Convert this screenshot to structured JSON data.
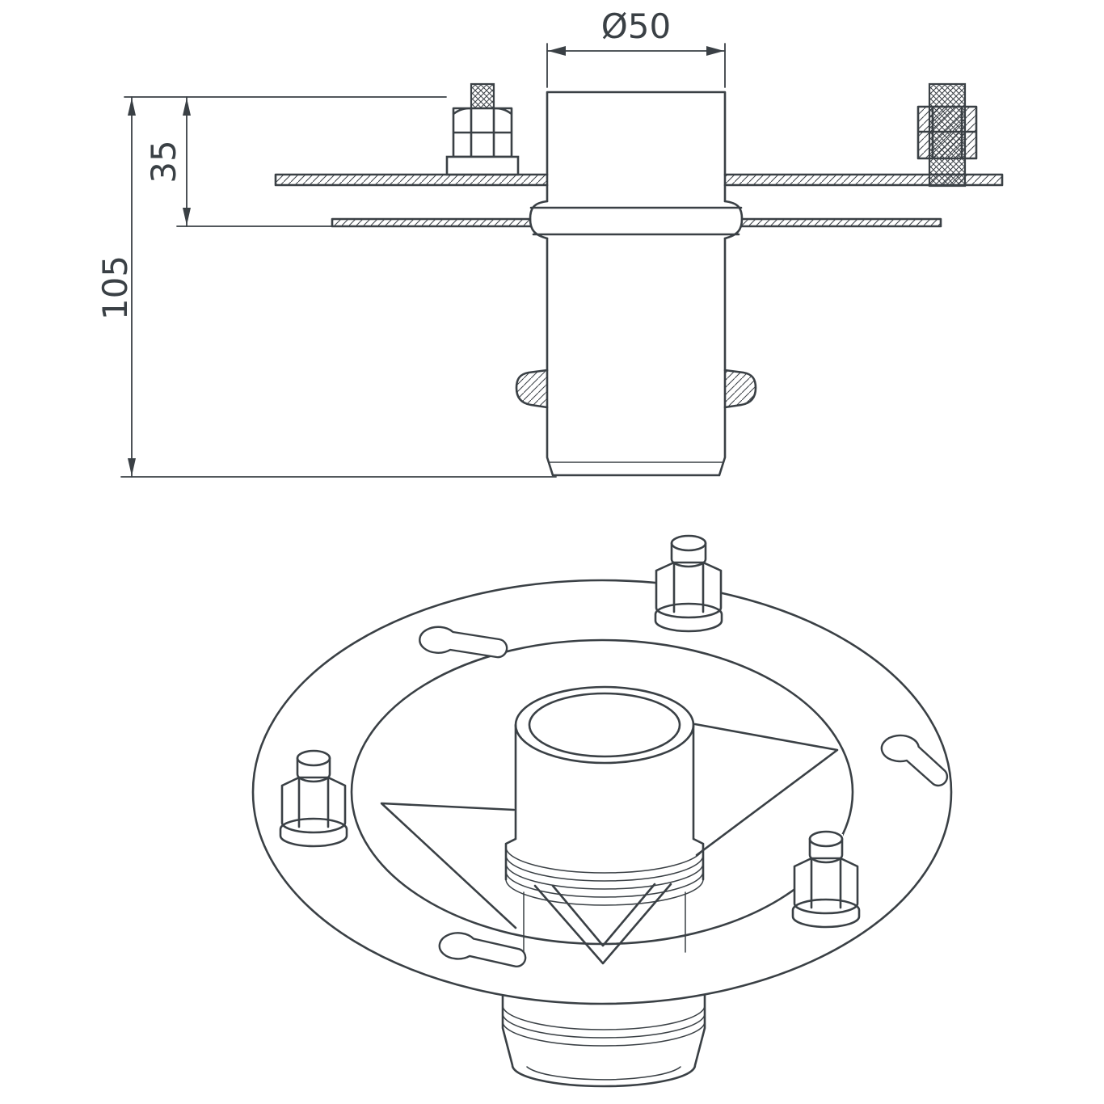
{
  "drawing": {
    "dimensions": {
      "diameter": "Ø50",
      "flange_offset": "35",
      "total_height": "105"
    },
    "colors": {
      "line": "#3a4045",
      "background": "#ffffff"
    }
  }
}
